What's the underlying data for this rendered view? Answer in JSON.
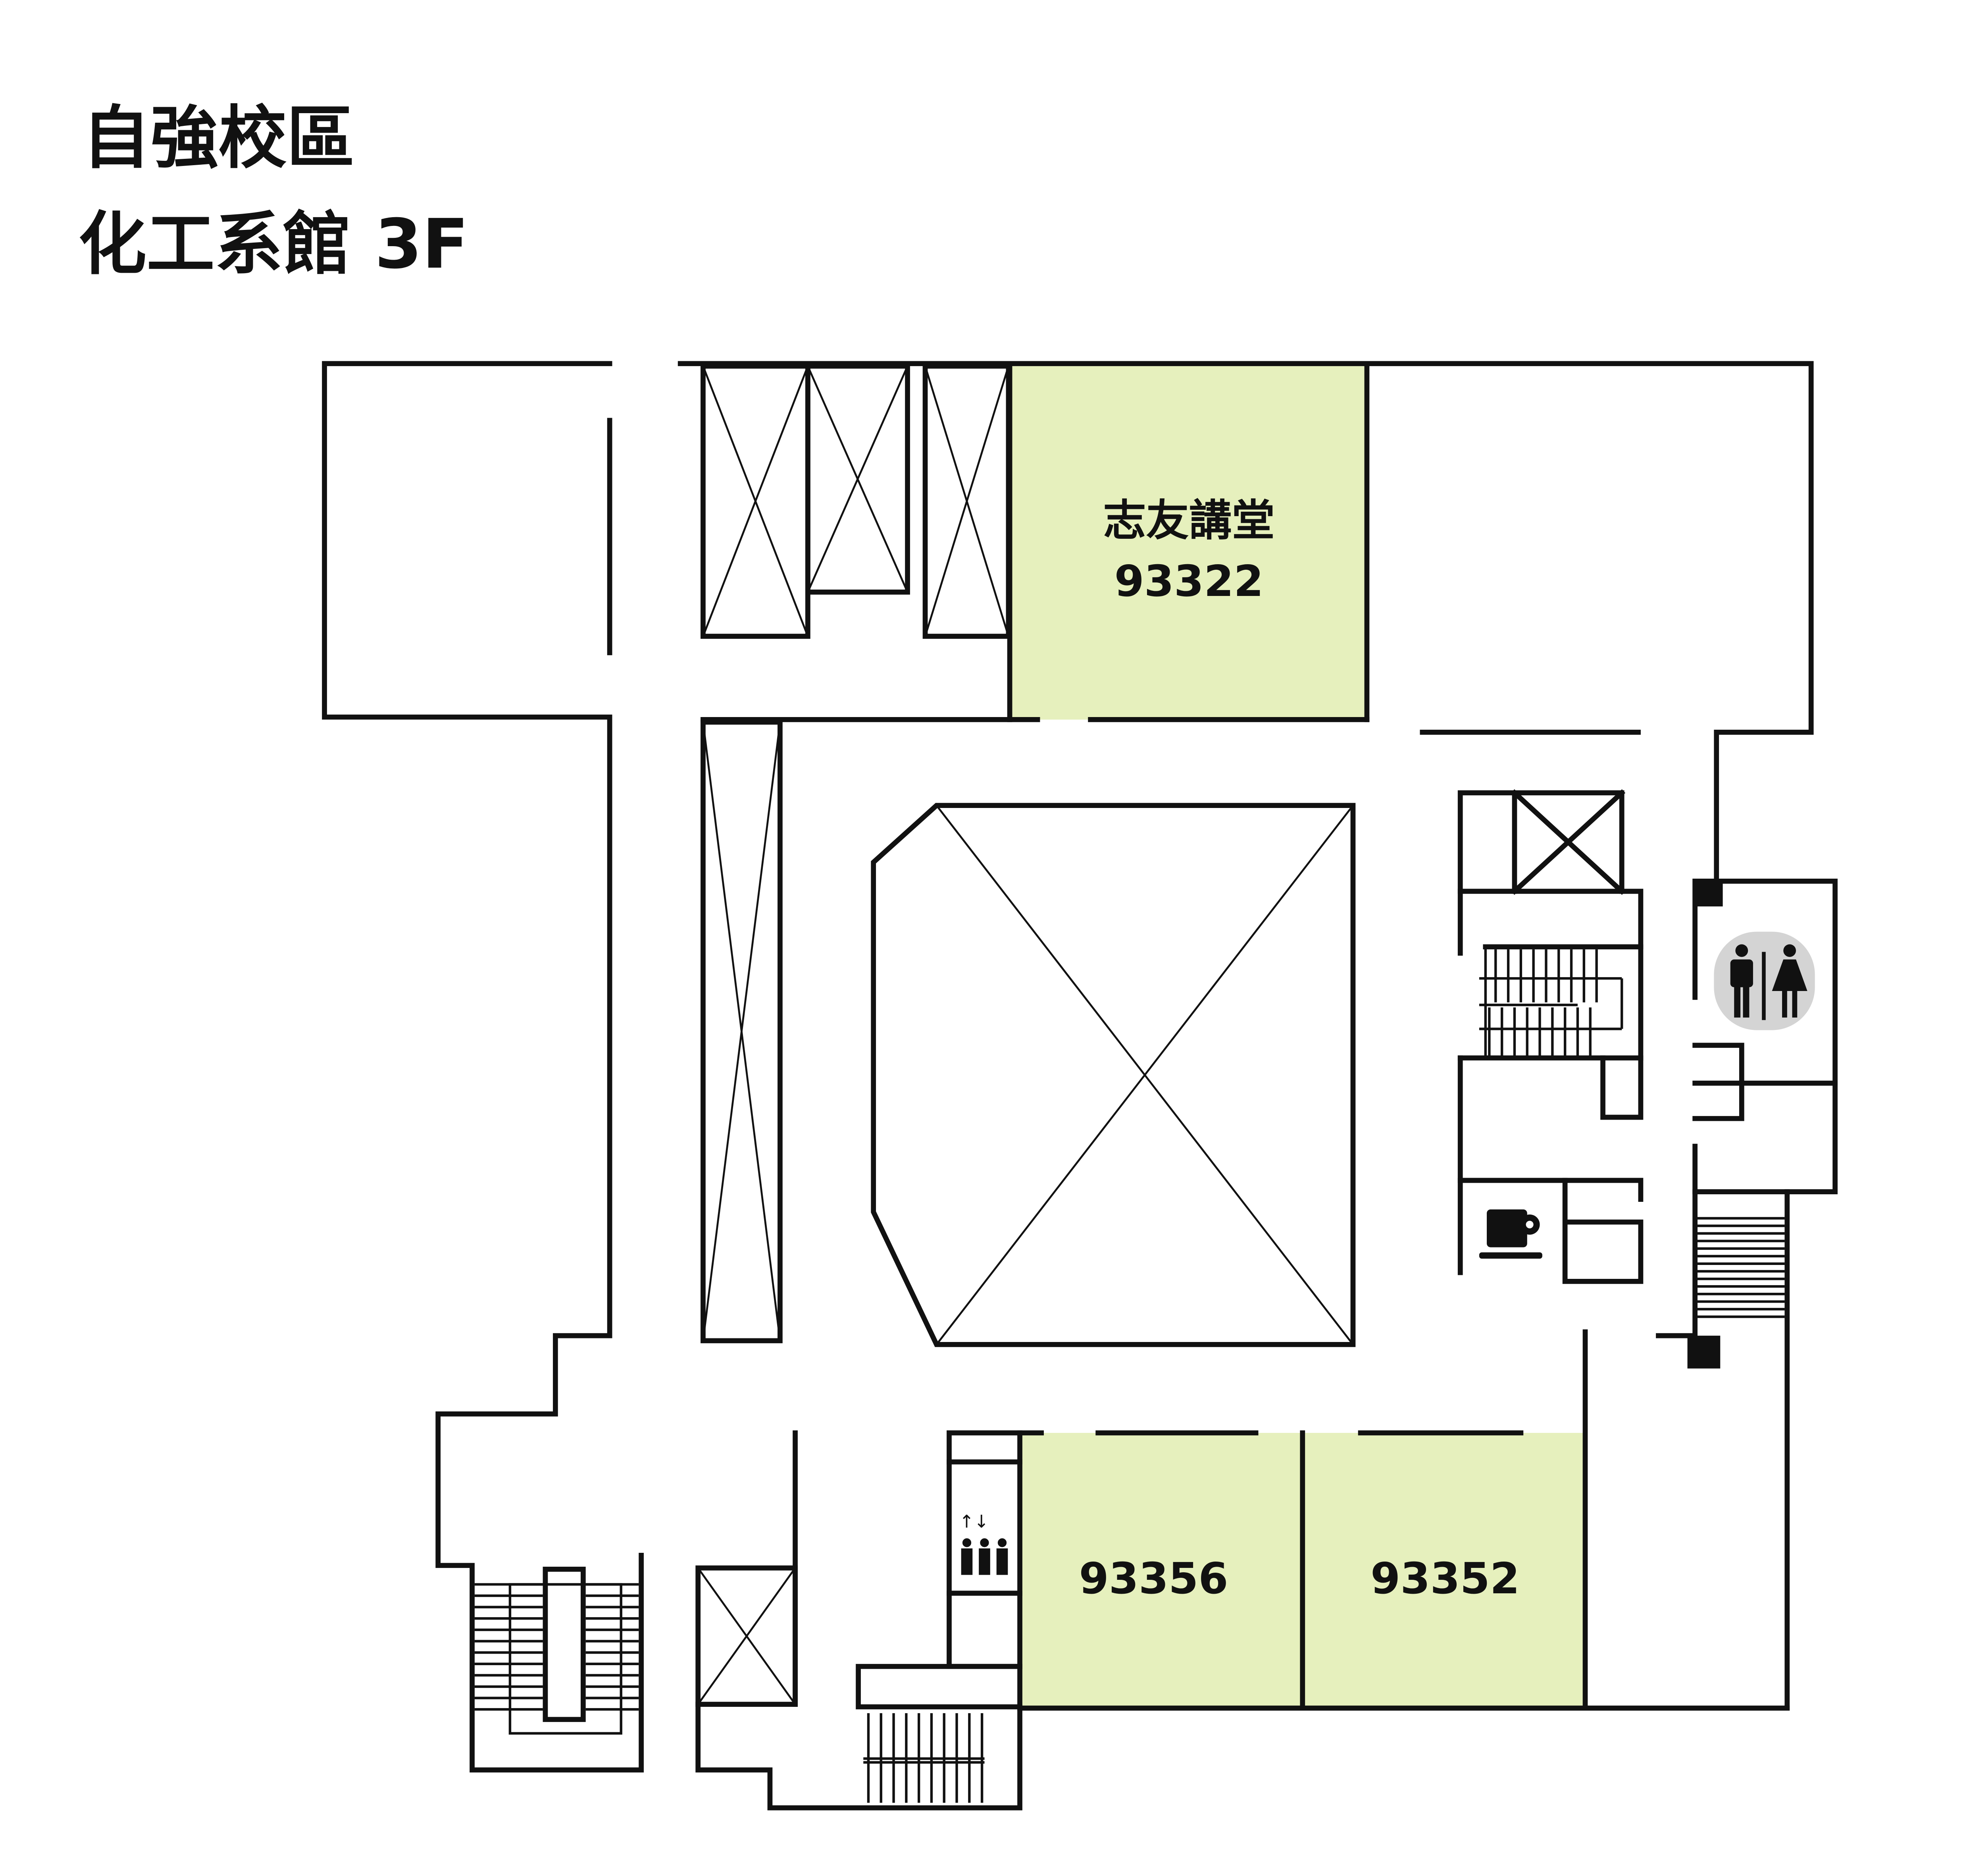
{
  "header": {
    "campus": "自強校區",
    "building_floor": "化工系館 3F"
  },
  "rooms": [
    {
      "name": "志友講堂",
      "number": "93322"
    },
    {
      "name": "",
      "number": "93356"
    },
    {
      "name": "",
      "number": "93352"
    }
  ],
  "colors": {
    "room_fill": "#e6f0bd",
    "wall": "#111111",
    "restroom_badge": "#d4d4d4"
  },
  "icons": [
    "restroom-icon",
    "coffee-icon",
    "elevator-icon",
    "stairs-icon"
  ]
}
